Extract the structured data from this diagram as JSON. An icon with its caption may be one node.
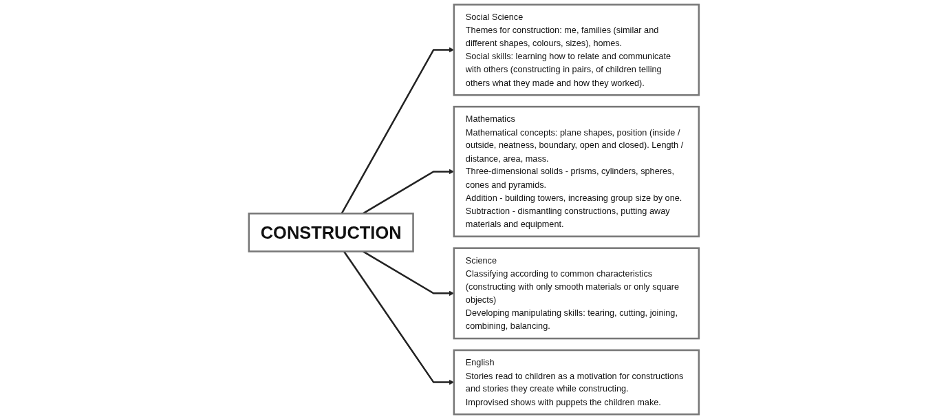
{
  "diagram": {
    "nodes": [
      {
        "text": [
          "Social Science",
          "Themes for construction: me, families (similar and different shapes, colours, sizes), homes.",
          "Social skills: learning how to relate and communicate with others (constructing in pairs, of children telling others what they made and how they worked)."
        ]
      },
      {
        "text": [
          "Mathematics",
          "Mathematical concepts: plane shapes, position (inside / outside, neatness, boundary, open and closed). Length / distance, area, mass.",
          "Three-dimensional solids - prisms, cylinders, spheres, cones and pyramids.",
          "Addition - building towers, increasing group size by one.",
          "Subtraction - dismantling constructions, putting away materials and equipment."
        ]
      },
      {
        "text": [
          "Science",
          "Classifying according to common characteristics (constructing with only smooth materials or only square objects)",
          "Developing manipulating skills: tearing, cutting, joining, combining, balancing."
        ]
      },
      {
        "text": [
          "CONSTRUCTION"
        ]
      },
      {
        "text": [
          "English",
          "Stories read to children as a motivation for constructions and stories they create while constructing.",
          "Improvised shows with puppets the children make."
        ]
      }
    ],
    "edges": [
      {
        "from": 3,
        "to": 0,
        "arrow": "to"
      },
      {
        "from": 3,
        "to": 1,
        "arrow": "to"
      },
      {
        "from": 3,
        "to": 2,
        "arrow": "to"
      },
      {
        "from": 3,
        "to": 4,
        "arrow": "to"
      }
    ]
  }
}
